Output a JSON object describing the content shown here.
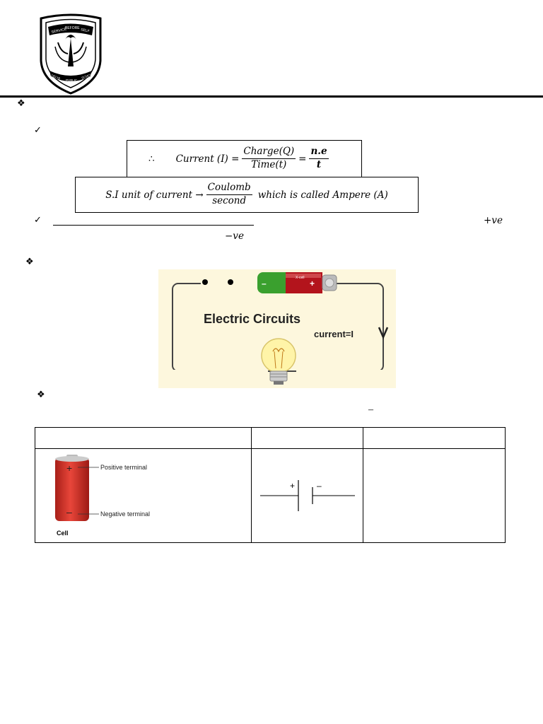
{
  "header": {
    "logo": {
      "motto_left": "SERVICE",
      "motto_center": "BEFORE",
      "motto_right": "SELF",
      "bottom_left": "DELHI",
      "bottom_center": "PUBLIC",
      "bottom_right": "SCHOOL"
    }
  },
  "sections": {
    "bullet_1": "❖",
    "check_1": "✓",
    "check_2": "✓",
    "bullet_2": "❖",
    "bullet_3": "❖",
    "minus_mark": "–"
  },
  "formula_1": {
    "therefore": "∴",
    "lhs": "Current (I) =",
    "frac1_num": "Charge(Q)",
    "frac1_den": "Time(t)",
    "equals": "=",
    "frac2_num": "n.e",
    "frac2_den": "t"
  },
  "formula_2": {
    "lhs": "S.I unit of current →",
    "frac_num": "Coulomb",
    "frac_den": "second",
    "rhs": "which is called Ampere (A)"
  },
  "charges": {
    "positive": "+ve",
    "negative": "−ve"
  },
  "circuit_image": {
    "title": "Electric Circuits",
    "current_label": "current=I",
    "cell_label": "X-cell",
    "minus": "–",
    "plus": "+"
  },
  "symbol_table": {
    "header": [
      "",
      "",
      ""
    ],
    "cell_image": {
      "positive_label": "Positive terminal",
      "negative_label": "Negative terminal",
      "caption": "Cell",
      "plus": "+",
      "minus": "–"
    },
    "symbol": {
      "plus": "+",
      "minus": "–"
    }
  },
  "colors": {
    "battery_green": "#3aa02e",
    "battery_red": "#b3141c",
    "circuit_bg": "#fdf7dd",
    "cell_red": "#d8362c"
  }
}
